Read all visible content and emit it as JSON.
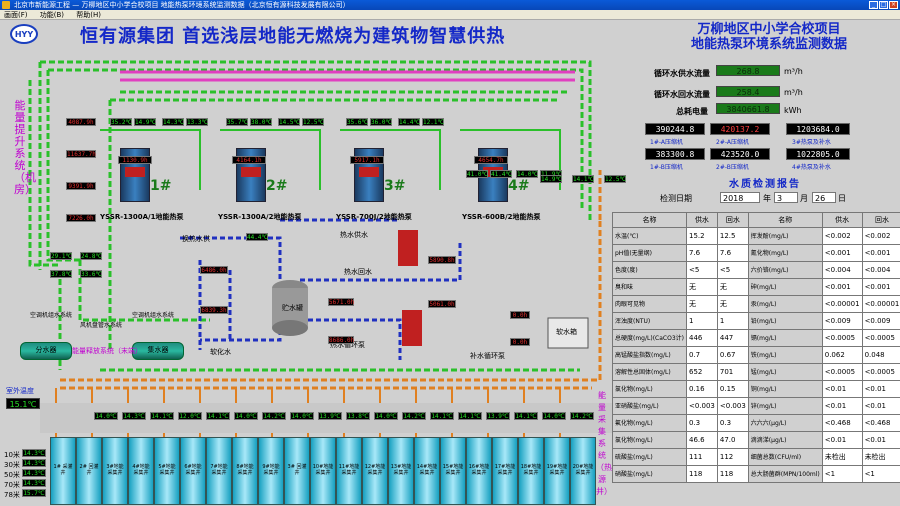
{
  "window": {
    "title": "北京市新能源工程 — 万柳地区中小学合校项目 地能热泵环境系统监测数据（北京恒有源科技发展有限公司）",
    "min_label": "_",
    "max_label": "□",
    "close_label": "×"
  },
  "menu": {
    "items": [
      "画面(F)",
      "功能(B)",
      "帮助(H)"
    ]
  },
  "header": {
    "logo_text": "HYY",
    "slogan": "恒有源集团   首选浅层地能无燃烧为建筑物智慧供热",
    "project_title": "万柳地区中小学合校项目",
    "project_subtitle": "地能热泵环境系统监测数据"
  },
  "left_vertical_label": "能量提升系统（机房）",
  "right_vertical_label": "能量采集系统（热源井）",
  "flows": [
    {
      "label": "循环水供水流量",
      "value": "268.8",
      "unit": "m³/h"
    },
    {
      "label": "循环水回水流量",
      "value": "258.4",
      "unit": "m³/h"
    },
    {
      "label": "总耗电量",
      "value": "3840661.8",
      "unit": "kWh"
    }
  ],
  "compressors": [
    {
      "value": "390244.8",
      "label": "1#-A压缩机",
      "color": "white"
    },
    {
      "value": "420137.2",
      "label": "2#-A压缩机",
      "color": "red"
    },
    {
      "value": "1203684.0",
      "label": "3#热泵及补水",
      "color": "white"
    },
    {
      "value": "383300.8",
      "label": "1#-B压缩机",
      "color": "white"
    },
    {
      "value": "423520.0",
      "label": "2#-B压缩机",
      "color": "white"
    },
    {
      "value": "1022805.0",
      "label": "4#热泵及补水",
      "color": "white"
    }
  ],
  "water_quality": {
    "title": "水质检测报告",
    "date_label": "检测日期",
    "year": "2018",
    "year_label": "年",
    "month": "3",
    "month_label": "月",
    "day": "26",
    "day_label": "日",
    "headers": [
      "名称",
      "供水",
      "回水",
      "名称",
      "供水",
      "回水"
    ],
    "rows": [
      [
        "水温(℃)",
        "15.2",
        "12.5",
        "挥发酚(mg/L)",
        "<0.002",
        "<0.002"
      ],
      [
        "pH值(无量纲)",
        "7.6",
        "7.6",
        "氰化物(mg/L)",
        "<0.001",
        "<0.001"
      ],
      [
        "色度(度)",
        "<5",
        "<5",
        "六价铬(mg/L)",
        "<0.004",
        "<0.004"
      ],
      [
        "臭和味",
        "无",
        "无",
        "砷(mg/L)",
        "<0.001",
        "<0.001"
      ],
      [
        "肉眼可见物",
        "无",
        "无",
        "汞(mg/L)",
        "<0.00001",
        "<0.00001"
      ],
      [
        "浑浊度(NTU)",
        "1",
        "1",
        "铅(mg/L)",
        "<0.009",
        "<0.009"
      ],
      [
        "总硬度(mg/L)(CaCO3计)",
        "446",
        "447",
        "镉(mg/L)",
        "<0.0005",
        "<0.0005"
      ],
      [
        "高锰酸盐指数(mg/L)",
        "0.7",
        "0.67",
        "铁(mg/L)",
        "0.062",
        "0.048"
      ],
      [
        "溶解性总固体(mg/L)",
        "652",
        "701",
        "锰(mg/L)",
        "<0.0005",
        "<0.0005"
      ],
      [
        "氯化物(mg/L)",
        "0.16",
        "0.15",
        "铜(mg/L)",
        "<0.01",
        "<0.01"
      ],
      [
        "亚硝酸盐(mg/L)",
        "<0.003",
        "<0.003",
        "锌(mg/L)",
        "<0.01",
        "<0.01"
      ],
      [
        "氟化物(mg/L)",
        "0.3",
        "0.3",
        "六六六(μg/L)",
        "<0.468",
        "<0.468"
      ],
      [
        "氯化物(mg/L)",
        "46.6",
        "47.0",
        "滴滴涕(μg/L)",
        "<0.01",
        "<0.01"
      ],
      [
        "硫酸盐(mg/L)",
        "111",
        "112",
        "细菌总数(CFU/ml)",
        "未检出",
        "未检出"
      ],
      [
        "硝酸盐(mg/L)",
        "118",
        "118",
        "总大肠菌群(MPN/100ml)",
        "<1",
        "<1"
      ]
    ]
  },
  "heat_pumps": [
    {
      "num": "1#",
      "name": "YSSR-1300A/1地能热泵",
      "supply": "1130.9h",
      "cells": [
        "4087.9h",
        "11637.7h",
        "9391.9h",
        "7226.0h"
      ]
    },
    {
      "num": "2#",
      "name": "YSSR-1300A/2地能热泵",
      "supply": "4164.1h"
    },
    {
      "num": "3#",
      "name": "YSSR-700J/2地能热泵",
      "supply": "5917.1h"
    },
    {
      "num": "4#",
      "name": "YSSR-600B/2地能热泵",
      "supply": "4654.7h"
    }
  ],
  "pump_temps": [
    "35.2℃",
    "14.9℃",
    "14.3℃",
    "13.3℃",
    "35.7℃",
    "38.0℃",
    "14.5℃",
    "12.5℃",
    "35.6℃",
    "36.0℃",
    "14.4℃",
    "12.1℃",
    "41.0℃",
    "41.4℃",
    "14.0℃",
    "11.9℃"
  ],
  "right_temps": [
    "14.9℃",
    "14.1℃",
    "12.5℃"
  ],
  "machine_room": {
    "storage_tank": "贮水罐",
    "heat_supply": "换热水供",
    "hot_water_supply": "热水供水",
    "hot_water_return": "热水回水",
    "soft_water": "软化水",
    "make_up_pump": "补水循环泵",
    "water_tank": "软水箱",
    "hot_return_label": "热水循环泵",
    "t1": "44.4℃",
    "h1": "6486.0h",
    "h2": "6839.3h",
    "h3": "5890.8h",
    "h4": "5061.0h",
    "h5": "5671.0h",
    "h6": "8686.0h",
    "h7": "0.0h",
    "h8": "0.0h",
    "t2": "37.8℃",
    "t3": "33.6℃",
    "t4": "29.1℃",
    "t5": "24.8℃",
    "divider": "分水器",
    "collector": "集水器",
    "energy_terminal": "能量释放系统（末端）",
    "aircon_left": "空调机组水系统",
    "aircon_mid": "风机盘管水系统",
    "aircon_right": "空调机组水系统"
  },
  "outdoor": {
    "label": "室外温度",
    "value": "15.1℃"
  },
  "depth_labels": [
    "10米",
    "30米",
    "50米",
    "70米",
    "78米"
  ],
  "depth_values": [
    "14.3℃",
    "14.3℃",
    "14.3℃",
    "14.3℃",
    "15.7℃"
  ],
  "wells": [
    {
      "name": "1#\n采灌井"
    },
    {
      "name": "2#\n回灌井"
    },
    {
      "name": "3#地能\n采集井"
    },
    {
      "name": "4#地能\n采集井"
    },
    {
      "name": "5#地能\n采集井"
    },
    {
      "name": "6#地能\n采集井"
    },
    {
      "name": "7#地能\n采集井"
    },
    {
      "name": "8#地能\n采集井"
    },
    {
      "name": "9#地能\n采集井"
    },
    {
      "name": "3#\n回灌井"
    },
    {
      "name": "10#地能\n采集井"
    },
    {
      "name": "11#地能\n采集井"
    },
    {
      "name": "12#地能\n采集井"
    },
    {
      "name": "13#地能\n采集井"
    },
    {
      "name": "14#地能\n采集井"
    },
    {
      "name": "15#地能\n采集井"
    },
    {
      "name": "16#地能\n采集井"
    },
    {
      "name": "17#地能\n采集井"
    },
    {
      "name": "18#地能\n采集井"
    },
    {
      "name": "19#地能\n采集井"
    },
    {
      "name": "20#地能\n采集井"
    }
  ],
  "well_temps": [
    "14.0℃",
    "14.3℃",
    "14.1℃",
    "12.0℃",
    "14.1℃",
    "14.0℃",
    "14.2℃",
    "14.0℃",
    "13.9℃",
    "13.8℃",
    "14.0℃",
    "14.2℃",
    "14.1℃",
    "14.1℃",
    "13.9℃",
    "14.1℃",
    "14.0℃",
    "14.2℃"
  ],
  "colors": {
    "accent": "#1428c8",
    "display_green": "#26e026",
    "pipe_green": "#2ac02a",
    "pipe_pink": "#e040c0",
    "pipe_blue": "#2030c0",
    "pipe_orange": "#e08020"
  }
}
